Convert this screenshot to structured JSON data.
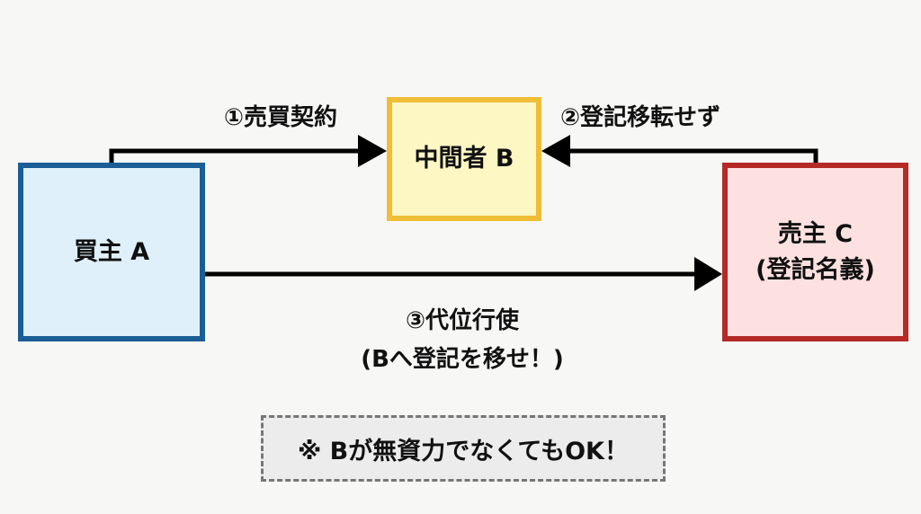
{
  "boxes": {
    "a": "買主 A",
    "b": "中間者 B",
    "c_line1": "売主 C",
    "c_line2": "(登記名義)"
  },
  "arrows": {
    "one": "①売買契約",
    "two": "②登記移転せず",
    "three_line1": "③代位行使",
    "three_line2": "(Bへ登記を移せ！)"
  },
  "note": "※ Bが無資力でなくてもOK！",
  "colors": {
    "a_border": "#1b5e95",
    "b_border": "#efbd36",
    "c_border": "#b52a26"
  }
}
